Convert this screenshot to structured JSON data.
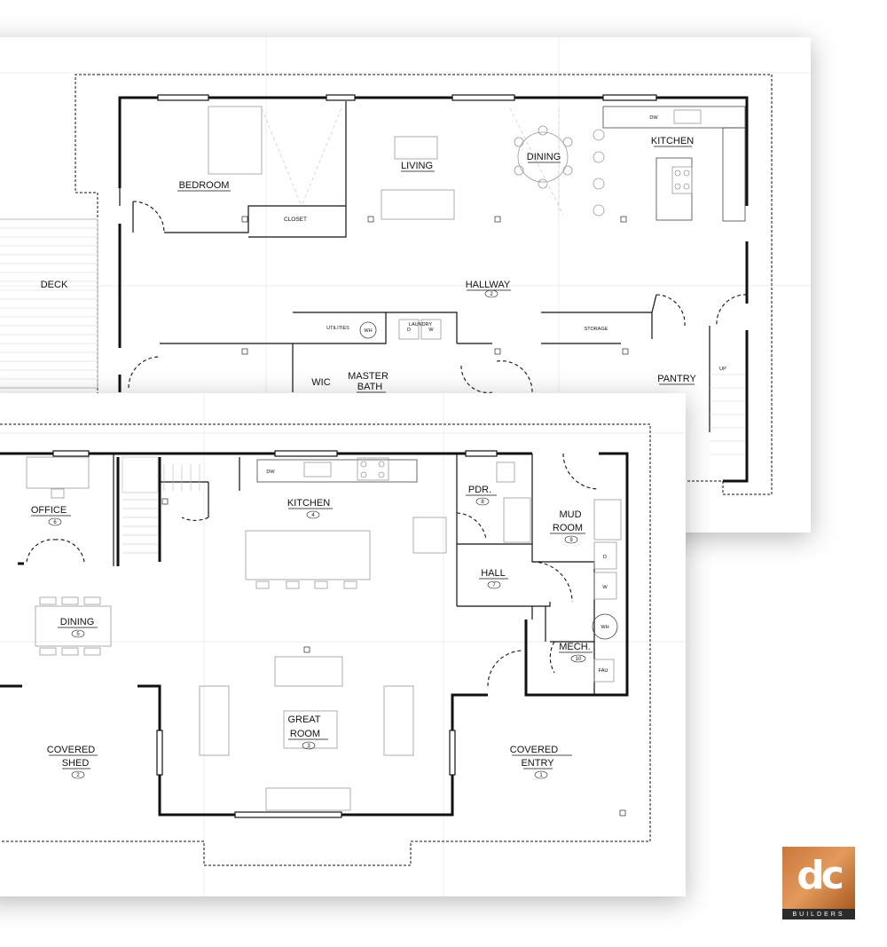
{
  "upper_plan": {
    "rooms": {
      "bedroom": "BEDROOM",
      "closet": "CLOSET",
      "living": "LIVING",
      "dining": "DINING",
      "kitchen": "KITCHEN",
      "deck": "DECK",
      "hallway": "HALLWAY",
      "hallway_num": "2",
      "utilities": "UTILITIES",
      "laundry": "LAUNDRY",
      "storage": "STORAGE",
      "wic": "WIC",
      "master_bath_1": "MASTER",
      "master_bath_2": "BATH",
      "pantry": "PANTRY"
    },
    "fixture_tags": {
      "dw": "DW",
      "wh": "WH",
      "dw_laundry": "D",
      "w_laundry": "W",
      "up": "UP"
    }
  },
  "lower_plan": {
    "rooms": {
      "office": "OFFICE",
      "office_num": "6",
      "kitchen": "KITCHEN",
      "kitchen_num": "4",
      "pdr": "PDR.",
      "pdr_num": "8",
      "mud_room_1": "MUD",
      "mud_room_2": "ROOM",
      "mud_room_num": "9",
      "hall": "HALL",
      "hall_num": "7",
      "dining": "DINING",
      "dining_num": "5",
      "mech": "MECH.",
      "mech_num": "10",
      "great_room_1": "GREAT",
      "great_room_2": "ROOM",
      "great_room_num": "3",
      "covered_shed_1": "COVERED",
      "covered_shed_2": "SHED",
      "covered_shed_num": "2",
      "covered_entry_1": "COVERED",
      "covered_entry_2": "ENTRY",
      "covered_entry_num": "1"
    },
    "fixture_tags": {
      "dw": "DW",
      "wh": "WH",
      "fau": "FAU",
      "d": "D",
      "w": "W"
    }
  },
  "logo": {
    "mark": "dc",
    "wordmark": "BUILDERS",
    "colors": {
      "copper": "#d9894a",
      "strip": "#2b2b2b"
    }
  }
}
